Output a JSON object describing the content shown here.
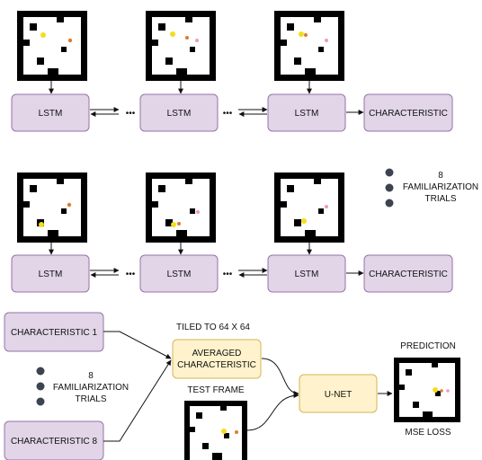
{
  "top_row": {
    "lstm_labels": [
      "LSTM",
      "LSTM",
      "LSTM"
    ],
    "output_label": "CHARACTERISTIC",
    "ellipsis": "•••"
  },
  "middle_row": {
    "lstm_labels": [
      "LSTM",
      "LSTM",
      "LSTM"
    ],
    "output_label": "CHARACTERISTIC",
    "ellipsis": "•••",
    "annotation": [
      "8",
      "FAMILIARIZATION",
      "TRIALS"
    ]
  },
  "bottom_section": {
    "characteristic_first": "CHARACTERISTIC 1",
    "characteristic_last": "CHARACTERISTIC 8",
    "trials_annotation": [
      "8",
      "FAMILIARIZATION",
      "TRIALS"
    ],
    "tiled_label": "TILED TO 64 X 64",
    "averaged_label": [
      "AVERAGED",
      "CHARACTERISTIC"
    ],
    "test_frame_label": "TEST FRAME",
    "unet_label": "U-NET",
    "prediction_label": "PREDICTION",
    "loss_label": "MSE LOSS"
  },
  "colors": {
    "lstm_fill": "#e1d5e7",
    "lstm_stroke": "#9673a6",
    "avg_fill": "#fff2cc",
    "avg_stroke": "#d6b656",
    "dot": "#3d4350",
    "agent": "#f5dc1e",
    "target_orange": "#e07b2a",
    "target_pink": "#e8a0b0"
  },
  "icons": [
    "maze-frame-icon",
    "bullet-dot-icon",
    "arrow-icon"
  ]
}
